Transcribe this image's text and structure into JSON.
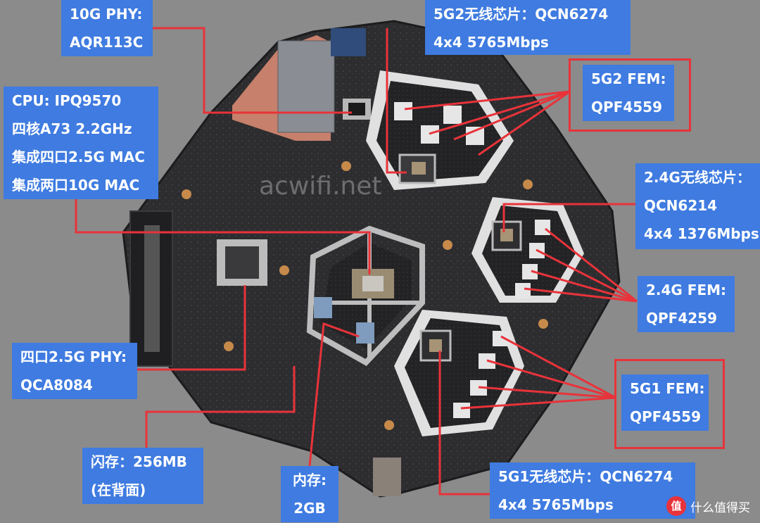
{
  "labels": {
    "phy10g": [
      "10G PHY:",
      "AQR113C"
    ],
    "cpu": [
      "CPU: IPQ9570",
      "四核A73 2.2GHz",
      "集成四口2.5G MAC",
      "集成两口10G MAC"
    ],
    "phy25g": [
      "四口2.5G PHY:",
      "QCA8084"
    ],
    "flash": [
      "闪存：256MB",
      "(在背面)"
    ],
    "ram": [
      "内存:",
      "2GB"
    ],
    "radio_5g2": [
      "5G2无线芯片：QCN6274",
      "4x4 5765Mbps"
    ],
    "fem_5g2": [
      "5G2 FEM:",
      "QPF4559"
    ],
    "radio_24g": [
      "2.4G无线芯片：",
      "QCN6214",
      "4x4 1376Mbps"
    ],
    "fem_24g": [
      "2.4G FEM:",
      "QPF4259"
    ],
    "fem_5g1": [
      "5G1 FEM:",
      "QPF4559"
    ],
    "radio_5g1": [
      "5G1无线芯片：QCN6274",
      "4x4 5765Mbps"
    ]
  },
  "watermark": "acwifi.net",
  "site_logo": {
    "badge": "值",
    "text": "什么值得买"
  },
  "colors": {
    "label_bg": "#3f7be0",
    "callout": "#e8333a",
    "pcb": "#2e2e30",
    "shield": "#c9c9c9"
  }
}
